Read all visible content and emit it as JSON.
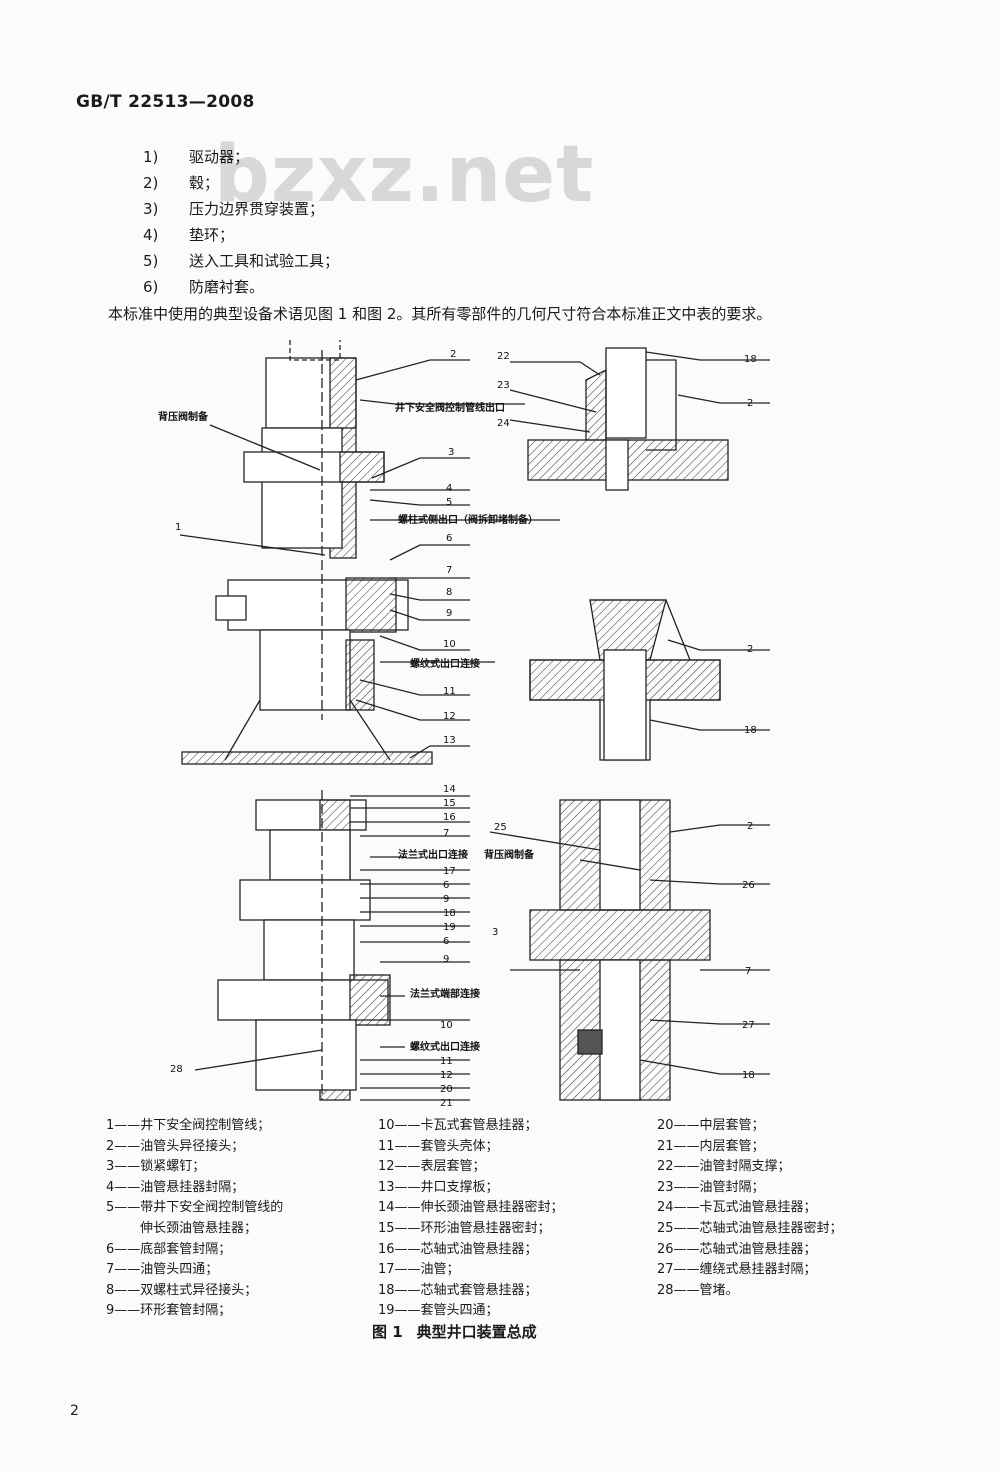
{
  "header": {
    "std": "GB/T 22513—2008"
  },
  "watermark": "bzxz.net",
  "list": [
    {
      "n": "1)",
      "t": "驱动器；"
    },
    {
      "n": "2)",
      "t": "毂；"
    },
    {
      "n": "3)",
      "t": "压力边界贯穿装置；"
    },
    {
      "n": "4)",
      "t": "垫环；"
    },
    {
      "n": "5)",
      "t": "送入工具和试验工具；"
    },
    {
      "n": "6)",
      "t": "防磨衬套。"
    }
  ],
  "paragraph": "本标准中使用的典型设备术语见图 1 和图 2。其所有零部件的几何尺寸符合本标准正文中表的要求。",
  "figure": {
    "callouts_upper": [
      "2",
      "井下安全阀控制管线出口",
      "背压阀制备",
      "3",
      "4",
      "5",
      "螺柱式侧出口（阀拆卸堵制备）",
      "1",
      "6",
      "7",
      "8",
      "9",
      "10",
      "螺纹式出口连接",
      "11",
      "12",
      "13"
    ],
    "callouts_upper_right": [
      "22",
      "18",
      "23",
      "2",
      "24",
      "2",
      "18"
    ],
    "callouts_lower": [
      "14",
      "15",
      "16",
      "7",
      "法兰式出口连接",
      "17",
      "6",
      "9",
      "18",
      "19",
      "6",
      "9",
      "法兰式端部连接",
      "10",
      "28",
      "螺纹式出口连接",
      "11",
      "12",
      "20",
      "21"
    ],
    "callouts_lower_right": [
      "25",
      "背压阀制备",
      "2",
      "26",
      "3",
      "7",
      "27",
      "18"
    ]
  },
  "legend": {
    "col1": [
      "1——井下安全阀控制管线；",
      "2——油管头异径接头；",
      "3——锁紧螺钉；",
      "4——油管悬挂器封隔；",
      "5——带井下安全阀控制管线的",
      "伸长颈油管悬挂器；",
      "6——底部套管封隔；",
      "7——油管头四通；",
      "8——双螺柱式异径接头；",
      "9——环形套管封隔；"
    ],
    "col2": [
      "10——卡瓦式套管悬挂器；",
      "11——套管头壳体；",
      "12——表层套管；",
      "13——井口支撑板；",
      "14——伸长颈油管悬挂器密封；",
      "15——环形油管悬挂器密封；",
      "16——芯轴式油管悬挂器；",
      "17——油管；",
      "18——芯轴式套管悬挂器；",
      "19——套管头四通；"
    ],
    "col3": [
      "20——中层套管；",
      "21——内层套管；",
      "22——油管封隔支撑；",
      "23——油管封隔；",
      "24——卡瓦式油管悬挂器；",
      "25——芯轴式油管悬挂器密封；",
      "26——芯轴式油管悬挂器；",
      "27——缠绕式悬挂器封隔；",
      "28——管堵。"
    ]
  },
  "caption": {
    "label": "图 1",
    "title": "典型井口装置总成"
  },
  "page_number": "2"
}
